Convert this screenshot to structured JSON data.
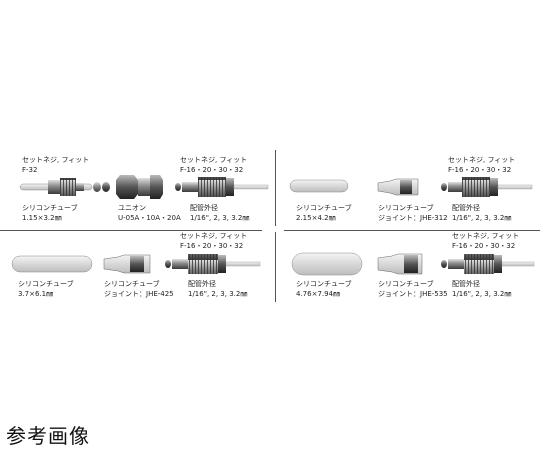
{
  "page": {
    "caption": "参考画像"
  },
  "panels": {
    "top_left": {
      "fitting_small_label": "セットネジ, フィット",
      "fitting_small_model": "F-32",
      "fitting_label": "セットネジ, フィット",
      "fitting_model": "F-16・20・30・32",
      "tube_label": "シリコンチューブ",
      "tube_size": "1.15×3.2㎜",
      "union_label": "ユニオン",
      "union_model": "U-05A・10A・20A",
      "pipe_label": "配管外径",
      "pipe_sizes": "1/16\", 2, 3, 3.2㎜"
    },
    "top_right": {
      "fitting_label": "セットネジ, フィット",
      "fitting_model": "F-16・20・30・32",
      "tube_label": "シリコンチューブ",
      "tube_size": "2.15×4.2㎜",
      "joint_label": "シリコンチューブ",
      "joint_model": "ジョイント：JHE-312",
      "pipe_label": "配管外径",
      "pipe_sizes": "1/16\", 2, 3, 3.2㎜"
    },
    "bottom_left": {
      "fitting_label": "セットネジ, フィット",
      "fitting_model": "F-16・20・30・32",
      "tube_label": "シリコンチューブ",
      "tube_size": "3.7×6.1㎜",
      "joint_label": "シリコンチューブ",
      "joint_model": "ジョイント：JHE-425",
      "pipe_label": "配管外径",
      "pipe_sizes": "1/16\", 2, 3, 3.2㎜"
    },
    "bottom_right": {
      "fitting_label": "セットネジ, フィット",
      "fitting_model": "F-16・20・30・32",
      "tube_label": "シリコンチューブ",
      "tube_size": "4.76×7.94㎜",
      "joint_label": "シリコンチューブ",
      "joint_model": "ジョイント：JHE-535",
      "pipe_label": "配管外径",
      "pipe_sizes": "1/16\", 2, 3, 3.2㎜"
    }
  }
}
